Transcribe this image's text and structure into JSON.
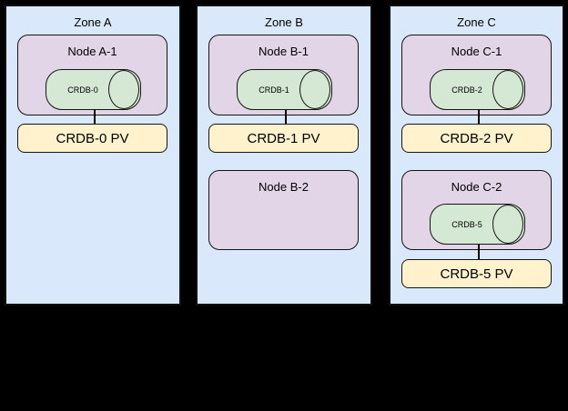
{
  "colors": {
    "background": "#000000",
    "zone_fill": "#dae8fc",
    "node_fill": "#e1d5e7",
    "pod_cylinder_fill": "#d5e8d4",
    "pv_fill": "#fff2cc",
    "shape_border": "#141414",
    "connector": "#000000",
    "text": "#000000"
  },
  "zones": [
    {
      "title": "Zone A",
      "nodes": [
        {
          "label": "Node A-1",
          "pod": {
            "label": "CRDB-0"
          },
          "pv": {
            "label": "CRDB-0 PV"
          }
        }
      ]
    },
    {
      "title": "Zone B",
      "nodes": [
        {
          "label": "Node B-1",
          "pod": {
            "label": "CRDB-1"
          },
          "pv": {
            "label": "CRDB-1 PV"
          }
        },
        {
          "label": "Node B-2"
        }
      ]
    },
    {
      "title": "Zone C",
      "nodes": [
        {
          "label": "Node C-1",
          "pod": {
            "label": "CRDB-2"
          },
          "pv": {
            "label": "CRDB-2 PV"
          }
        },
        {
          "label": "Node C-2",
          "pod": {
            "label": "CRDB-5"
          },
          "pv": {
            "label": "CRDB-5 PV"
          }
        }
      ]
    }
  ]
}
